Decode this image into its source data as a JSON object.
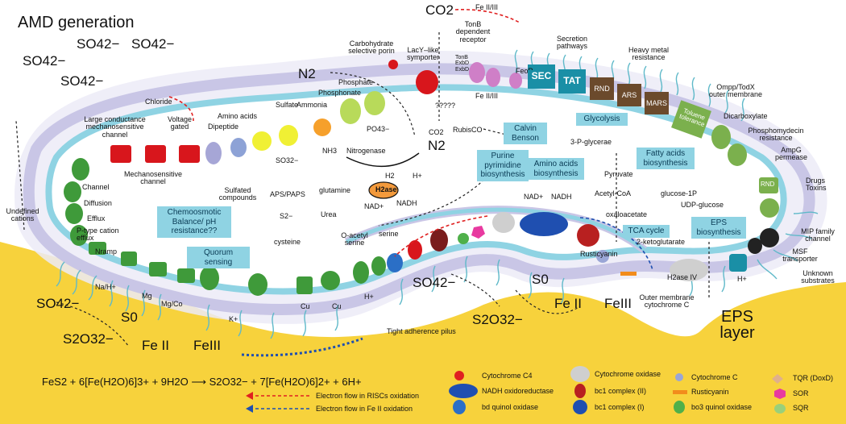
{
  "title": "AMD generation",
  "sulfate_ions": [
    "SO42−",
    "SO42−",
    "SO42−",
    "SO42−"
  ],
  "co2": "CO2",
  "n2_top": "N2",
  "n2_mid": "N2",
  "labels": {
    "fe_top": "Fe II/III",
    "fe_bottom": "Fe II/III",
    "carbohydrate": "Carbohydrate selective porin",
    "lacy": "LacY–like symporter",
    "tonb": "TonB dependent receptor",
    "tonb2": "TonB ExbD ExbD",
    "feop": "FeoP",
    "secretion": "Secretion pathways",
    "heavy_metal": "Heavy metal resistance",
    "ompp": "Ompp/TodX outer membrane",
    "dicarboxylate": "Dicarboxylate",
    "phosphomydecin": "Phosphomydecin resistance",
    "ampg": "AmpG permease",
    "drugs": "Drugs Toxins",
    "mip": "MIP family channel",
    "msf": "MSF transporter",
    "unknown": "Unknown substrates",
    "chloride": "Chloride",
    "phosphate": "Phosphate",
    "phosphonate": "Phosphonate",
    "sulfate": "Sulfate",
    "ammonia": "Ammonia",
    "amino_acids": "Amino acids",
    "dipeptide": "Dipeptide",
    "voltage": "Voltage gated",
    "large_cond": "Large conductance mechanosensitive channel",
    "mechanosensitive": "Mechanosensitive channel",
    "channel": "Channel",
    "diffusion": "Diffusion",
    "efflux": "Efflux",
    "ptype": "P-type cation efflux",
    "nramp": "Nramp",
    "undefined": "Undefined cations",
    "na_h": "Na/H+",
    "mg": "Mg",
    "mgco": "Mg/Co",
    "k": "K+",
    "cu1": "Cu",
    "cu2": "Cu",
    "h_plus": "H+",
    "h_plus2": "H+",
    "tight": "Tight adherence pilus",
    "rubisco": "RubisCO",
    "nitrogenase": "Nitrogenase",
    "nh3": "NH3",
    "glutamine": "glutamine",
    "urea": "Urea",
    "so32": "SO32−",
    "aps": "APS/PAPS",
    "sulfated": "Sulfated compounds",
    "s2": "S2−",
    "cysteine": "cysteine",
    "oacetyl": "O-acetyl serine",
    "serine": "serine",
    "po4": "PO43−",
    "h2": "H2",
    "hplus_h2": "H+",
    "hase": "H2ase",
    "nad": "NAD+",
    "nadh": "NADH",
    "nad2": "NAD+",
    "nadh2": "NADH",
    "three_p": "3-P-glycerae",
    "pyruvate": "Pyruvate",
    "acetyl": "Acetyl-CoA",
    "glucose1p": "glucose-1P",
    "udp": "UDP-glucose",
    "oxaloacetate": "oxaloacetate",
    "ketoglutarate": "2-ketoglutarate",
    "co2_small": "CO2",
    "questions": "?????",
    "rusticyanin": "Rusticyanin",
    "hase_iv": "H2ase IV",
    "outer_membrane_cyt": "Outer membrane cytochrome C",
    "so42_b": "SO42−",
    "s0_b": "S0",
    "s2o3_b": "S2O32−",
    "feii_b": "Fe II",
    "feiii_b": "FeIII",
    "so42_l": "SO42−",
    "s0_l": "S0",
    "s2o3_l": "S2O32−",
    "feii_l": "Fe II",
    "feiii_l": "FeIII",
    "eps_layer": "EPS layer",
    "sec": "SEC",
    "tat": "TAT",
    "rnd": "RND",
    "ars": "ARS",
    "mars": "MARS",
    "toluene": "Toluene tolerance",
    "rnd2": "RND"
  },
  "boxes": {
    "calvin": "Calvin Benson",
    "glycolysis": "Glycolysis",
    "fatty": "Fatty acids biosynthesis",
    "purine": "Purine pyrimidine biosynthesis",
    "amino": "Amino acids biosynthesis",
    "chemo": "Chemoosmotic Balance/ pH resistance??",
    "quorum": "Quorum sensing",
    "tca": "TCA cycle",
    "eps": "EPS biosynthesis"
  },
  "equation": "FeS2 + 6[Fe(H2O)6]3+ + 9H2O ⟶ S2O32− + 7[Fe(H2O)6]2+ + 6H+",
  "legend": {
    "cytc4": "Cytochrome C4",
    "nadh_ox": "NADH oxidoreductase",
    "bd": "bd quinol oxidase",
    "cyt_ox": "Cytochrome oxidase",
    "bc1_ii": "bc1 complex (II)",
    "bc1_i": "bc1 complex (I)",
    "cytc": "Cytochrome C",
    "rust": "Rusticyanin",
    "bo3": "bo3 quinol oxidase",
    "tqr": "TQR (DoxD)",
    "sor": "SOR",
    "sqr": "SQR",
    "flow_riscs": "Electron flow in RISCs oxidation",
    "flow_fe": "Electron flow in Fe II oxidation"
  },
  "colors": {
    "sediment": "#f7d23c",
    "membrane_outer": "#c9c6e6",
    "membrane_inner": "#8fd3e3",
    "box": "#8fd3e3",
    "red_flow": "#e02020",
    "blue_flow": "#1f4fb0",
    "pili": "#5fb9c9",
    "green_protein": "#3f9a3a",
    "red_protein": "#d8161c"
  }
}
